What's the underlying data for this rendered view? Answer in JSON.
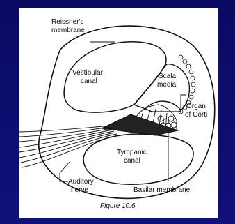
{
  "labels": {
    "reissner_line1": "Reissner's",
    "reissner_line2": "membrane",
    "vestibular_line1": "Vestibular",
    "vestibular_line2": "canal",
    "scala_line1": "Scala",
    "scala_line2": "media",
    "organ_line1": "Organ",
    "organ_line2": "of Corti",
    "tympanic_line1": "Tympanic",
    "tympanic_line2": "canal",
    "auditory_line1": "Auditory",
    "auditory_line2": "nerve",
    "basilar": "Basilar membrane"
  },
  "caption": "Figure 10.6",
  "colors": {
    "slide_background": "#0c0c6e",
    "panel": "#ffffff",
    "ink": "#111111"
  }
}
